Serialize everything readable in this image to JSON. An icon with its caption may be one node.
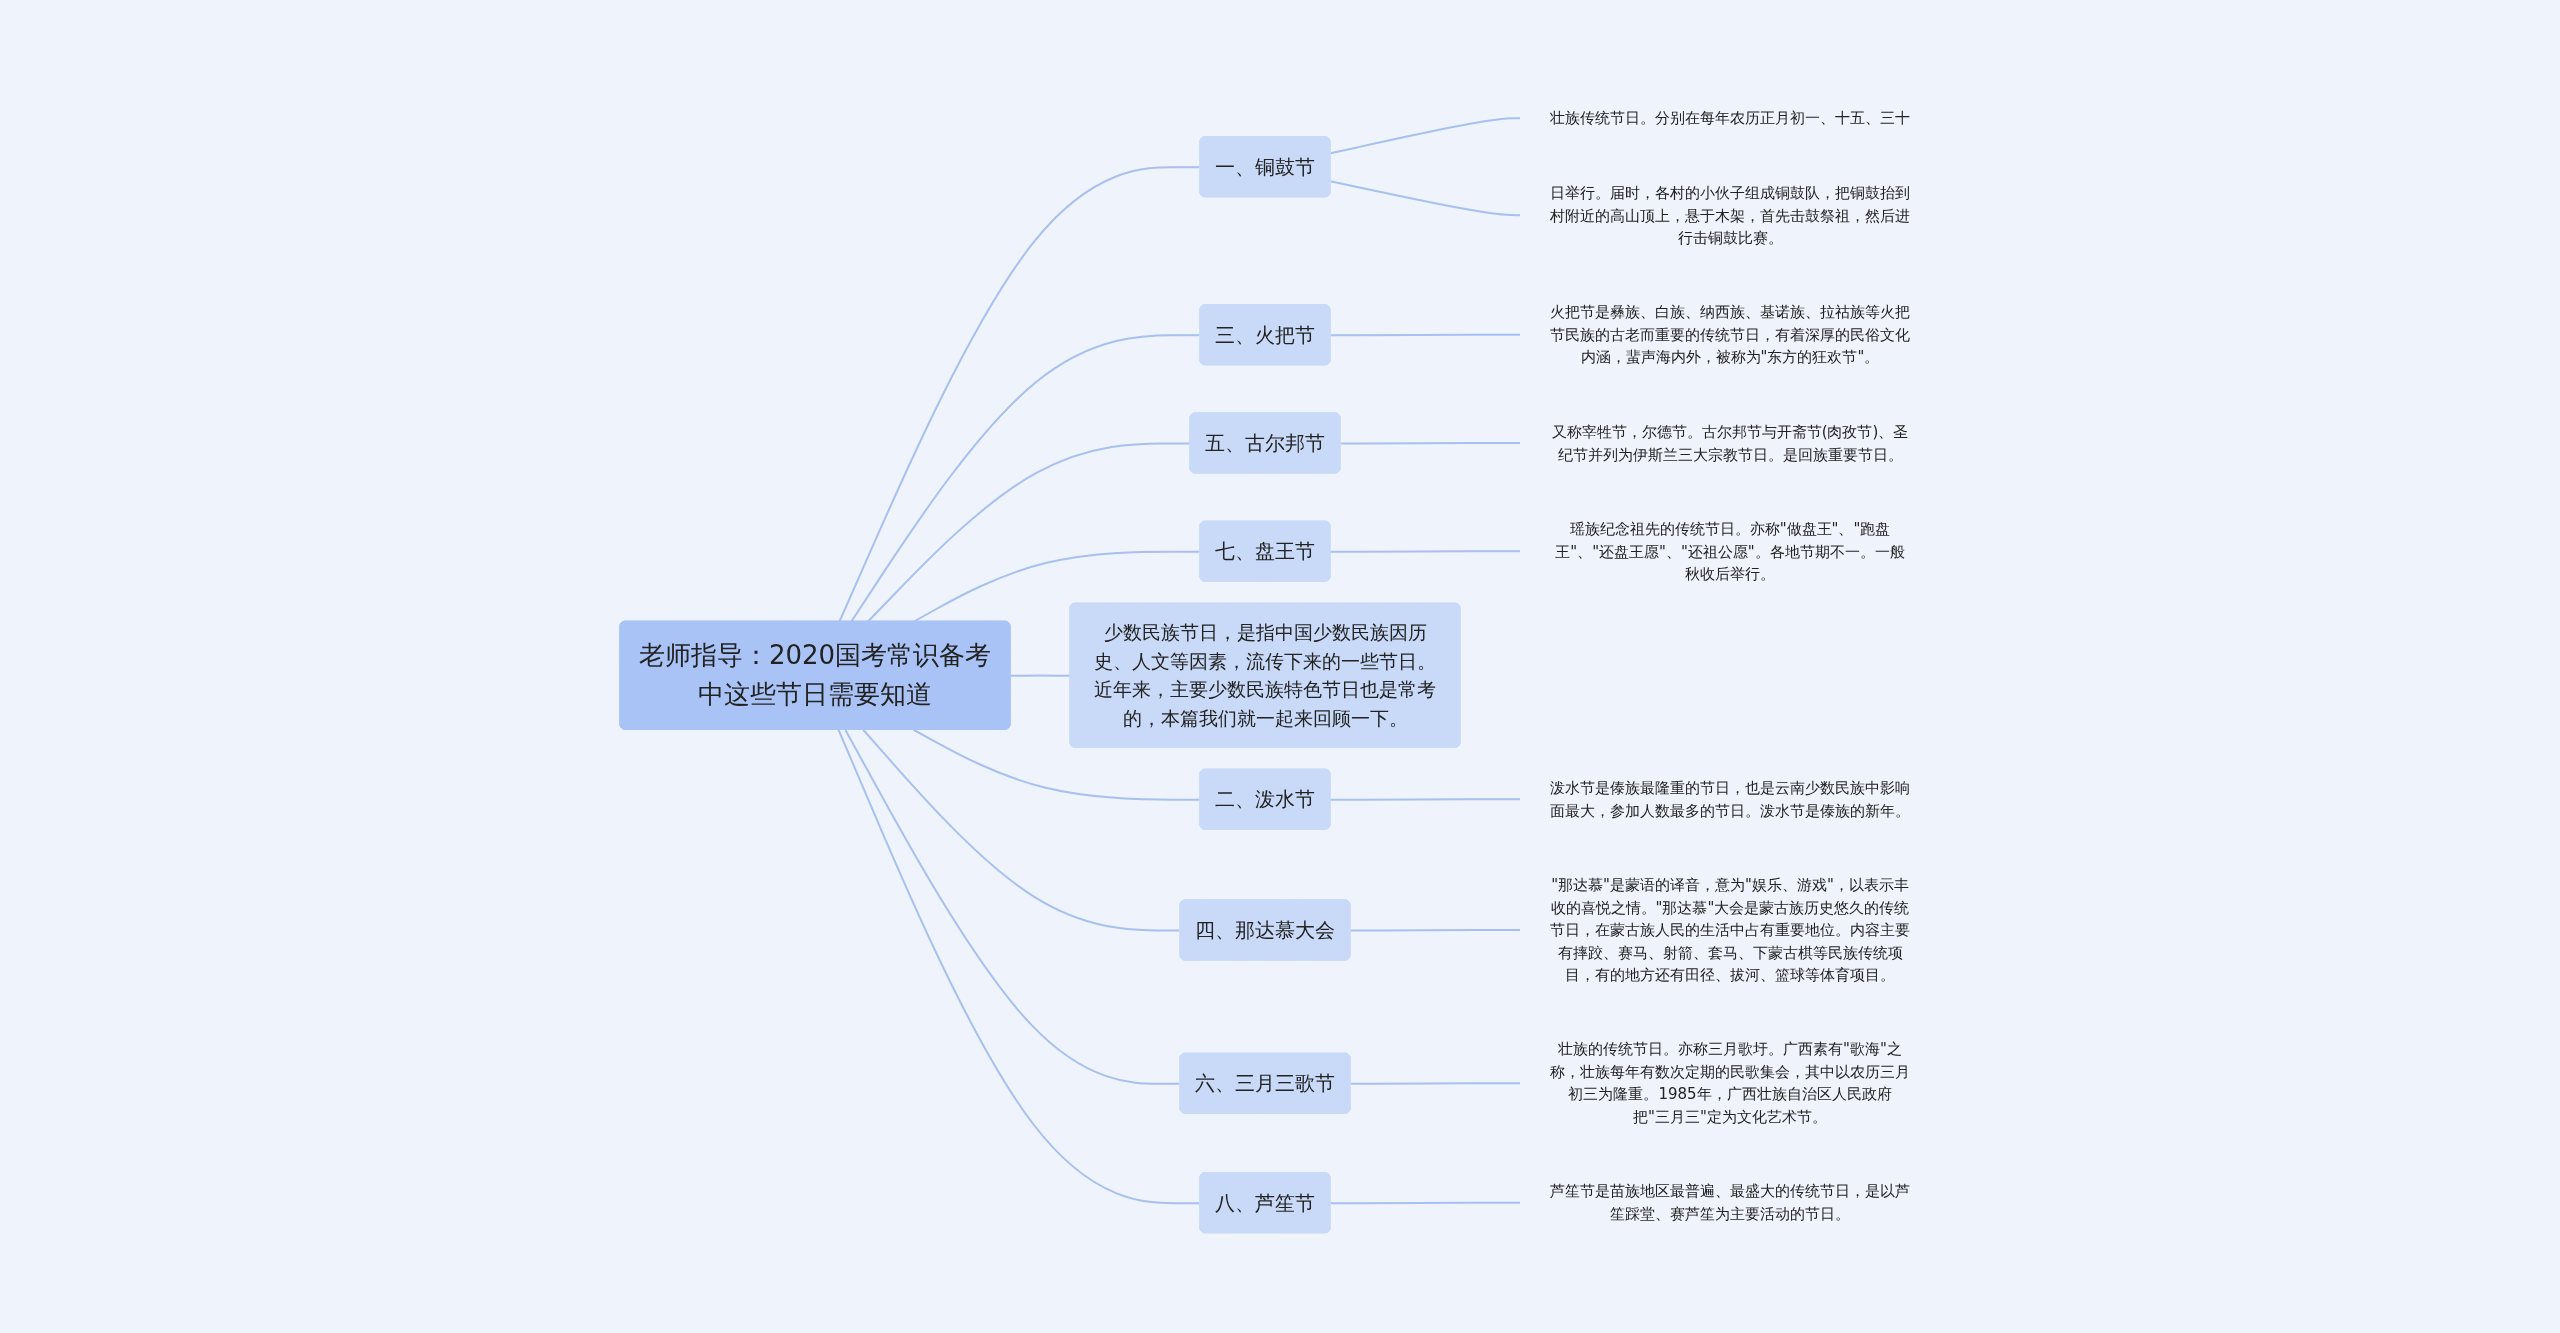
{
  "diagram": {
    "nodes": [
      {
        "text": [
          "老师指导：2020国考常识备考中这些节日需要知道"
        ]
      },
      {
        "text": [
          "一、铜鼓节"
        ]
      },
      {
        "text": [
          "壮族传统节日。分别在每年农历正月初一、十五、三十"
        ]
      },
      {
        "text": [
          "日举行。届时，各村的小伙子组成铜鼓队，把铜鼓抬到村附近的高山顶上，悬于木架，首先击鼓祭祖，然后进行击铜鼓比赛。"
        ]
      },
      {
        "text": [
          "三、火把节"
        ]
      },
      {
        "text": [
          "火把节是彝族、白族、纳西族、基诺族、拉祜族等火把节民族的古老而重要的传统节日，有着深厚的民俗文化内涵，蜚声海内外，被称为\"东方的狂欢节\"。"
        ]
      },
      {
        "text": [
          "五、古尔邦节"
        ]
      },
      {
        "text": [
          "又称宰牲节，尔德节。古尔邦节与开斋节(肉孜节)、圣纪节并列为伊斯兰三大宗教节日。是回族重要节日。"
        ]
      },
      {
        "text": [
          "七、盘王节"
        ]
      },
      {
        "text": [
          "瑶族纪念祖先的传统节日。亦称\"做盘王\"、\"跑盘王\"、\"还盘王愿\"、\"还祖公愿\"。各地节期不一。一般秋收后举行。"
        ]
      },
      {
        "text": [
          "少数民族节日，是指中国少数民族因历史、人文等因素，流传下来的一些节日。近年来，主要少数民族特色节日也是常考的，本篇我们就一起来回顾一下。"
        ]
      },
      {
        "text": [
          "二、泼水节"
        ]
      },
      {
        "text": [
          "泼水节是傣族最隆重的节日，也是云南少数民族中影响面最大，参加人数最多的节日。泼水节是傣族的新年。"
        ]
      },
      {
        "text": [
          "四、那达慕大会"
        ]
      },
      {
        "text": [
          "\"那达慕\"是蒙语的译音，意为\"娱乐、游戏\"，以表示丰收的喜悦之情。\"那达慕\"大会是蒙古族历史悠久的传统节日，在蒙古族人民的生活中占有重要地位。内容主要有摔跤、赛马、射箭、套马、下蒙古棋等民族传统项目，有的地方还有田径、拔河、篮球等体育项目。"
        ]
      },
      {
        "text": [
          "六、三月三歌节"
        ]
      },
      {
        "text": [
          "壮族的传统节日。亦称三月歌圩。广西素有\"歌海\"之称，壮族每年有数次定期的民歌集会，其中以农历三月初三为隆重。1985年，广西壮族自治区人民政府把\"三月三\"定为文化艺术节。"
        ]
      },
      {
        "text": [
          "八、芦笙节"
        ]
      },
      {
        "text": [
          "芦笙节是苗族地区最普遍、最盛大的传统节日，是以芦笙踩堂、赛芦笙为主要活动的节日。"
        ]
      }
    ],
    "edges": [
      {
        "from": 0,
        "to": 1,
        "arrow": "none"
      },
      {
        "from": 1,
        "to": 2,
        "arrow": "none"
      },
      {
        "from": 1,
        "to": 3,
        "arrow": "none"
      },
      {
        "from": 0,
        "to": 4,
        "arrow": "none"
      },
      {
        "from": 4,
        "to": 5,
        "arrow": "none"
      },
      {
        "from": 0,
        "to": 6,
        "arrow": "none"
      },
      {
        "from": 6,
        "to": 7,
        "arrow": "none"
      },
      {
        "from": 0,
        "to": 8,
        "arrow": "none"
      },
      {
        "from": 8,
        "to": 9,
        "arrow": "none"
      },
      {
        "from": 0,
        "to": 10,
        "arrow": "none"
      },
      {
        "from": 0,
        "to": 11,
        "arrow": "none"
      },
      {
        "from": 11,
        "to": 12,
        "arrow": "none"
      },
      {
        "from": 0,
        "to": 13,
        "arrow": "none"
      },
      {
        "from": 13,
        "to": 14,
        "arrow": "none"
      },
      {
        "from": 0,
        "to": 15,
        "arrow": "none"
      },
      {
        "from": 15,
        "to": 16,
        "arrow": "none"
      },
      {
        "from": 0,
        "to": 17,
        "arrow": "none"
      },
      {
        "from": 17,
        "to": 18,
        "arrow": "none"
      }
    ]
  }
}
